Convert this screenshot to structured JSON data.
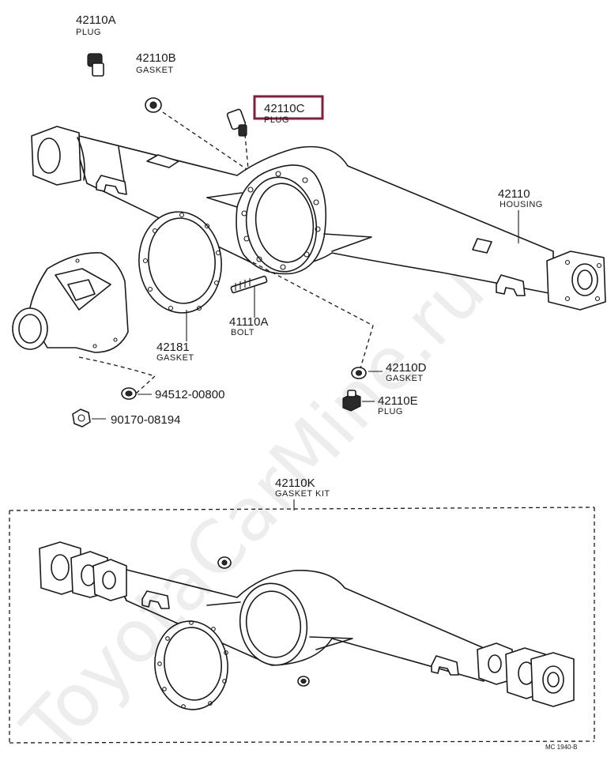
{
  "parts": [
    {
      "number": "42110A",
      "name": "PLUG"
    },
    {
      "number": "42110B",
      "name": "GASKET"
    },
    {
      "number": "42110C",
      "name": "PLUG"
    },
    {
      "number": "42110",
      "name": "HOUSING"
    },
    {
      "number": "42181",
      "name": "GASKET"
    },
    {
      "number": "41110A",
      "name": "BOLT"
    },
    {
      "number": "42110D",
      "name": "GASKET"
    },
    {
      "number": "42110E",
      "name": "PLUG"
    },
    {
      "number": "94512-00800",
      "name": ""
    },
    {
      "number": "90170-08194",
      "name": ""
    },
    {
      "number": "42110K",
      "name": "GASKET KIT"
    }
  ],
  "highlighted_part": "42110C",
  "highlight_color": "#8b1a3b",
  "figure_code": "MC 1940-B",
  "watermark": "ToyotaCarMine.ru"
}
